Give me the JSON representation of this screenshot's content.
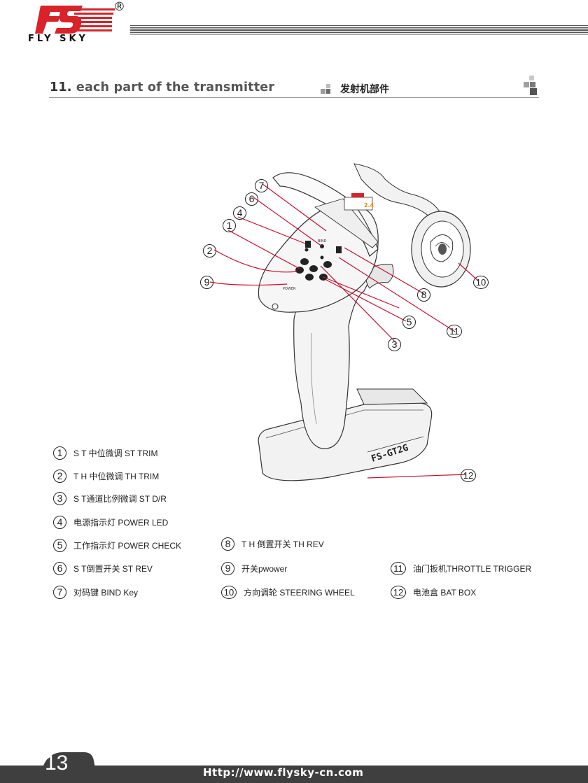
{
  "header": {
    "brand_word": "FLY SKY",
    "registered_mark": "®"
  },
  "section": {
    "number": "11.",
    "title": "each part of the transmitter",
    "title_cn": "发射机部件"
  },
  "callouts": [
    "1",
    "2",
    "3",
    "4",
    "5",
    "6",
    "7",
    "8",
    "9",
    "10",
    "11",
    "12"
  ],
  "drawing_labels": {
    "model": "FS-GT2G",
    "bind": "BIND",
    "power": "POWER",
    "badge": "2.4"
  },
  "legend": [
    {
      "num": "1",
      "text": "S T 中位微调 ST TRIM"
    },
    {
      "num": "2",
      "text": "T H 中位微调 TH TRIM"
    },
    {
      "num": "3",
      "text": "S T通道比例微调 ST D/R"
    },
    {
      "num": "4",
      "text": "电源指示灯 POWER LED"
    },
    {
      "num": "5",
      "text": "工作指示灯 POWER CHECK"
    },
    {
      "num": "6",
      "text": "S T倒置开关 ST REV"
    },
    {
      "num": "7",
      "text": "对码键 BIND  Key"
    },
    {
      "num": "8",
      "text": "T H 倒置开关 TH REV"
    },
    {
      "num": "9",
      "text": "开关pwower"
    },
    {
      "num": "10",
      "text": "方向调轮 STEERING WHEEL"
    },
    {
      "num": "11",
      "text": "油门扳机THROTTLE TRIGGER"
    },
    {
      "num": "12",
      "text": "电池盒 BAT BOX"
    }
  ],
  "footer": {
    "page_number": "13",
    "url": "Http://www.flysky-cn.com"
  },
  "colors": {
    "brand_red": "#d8232a",
    "footer_gray": "#3f3f3f",
    "callout_red": "#c8102e"
  }
}
